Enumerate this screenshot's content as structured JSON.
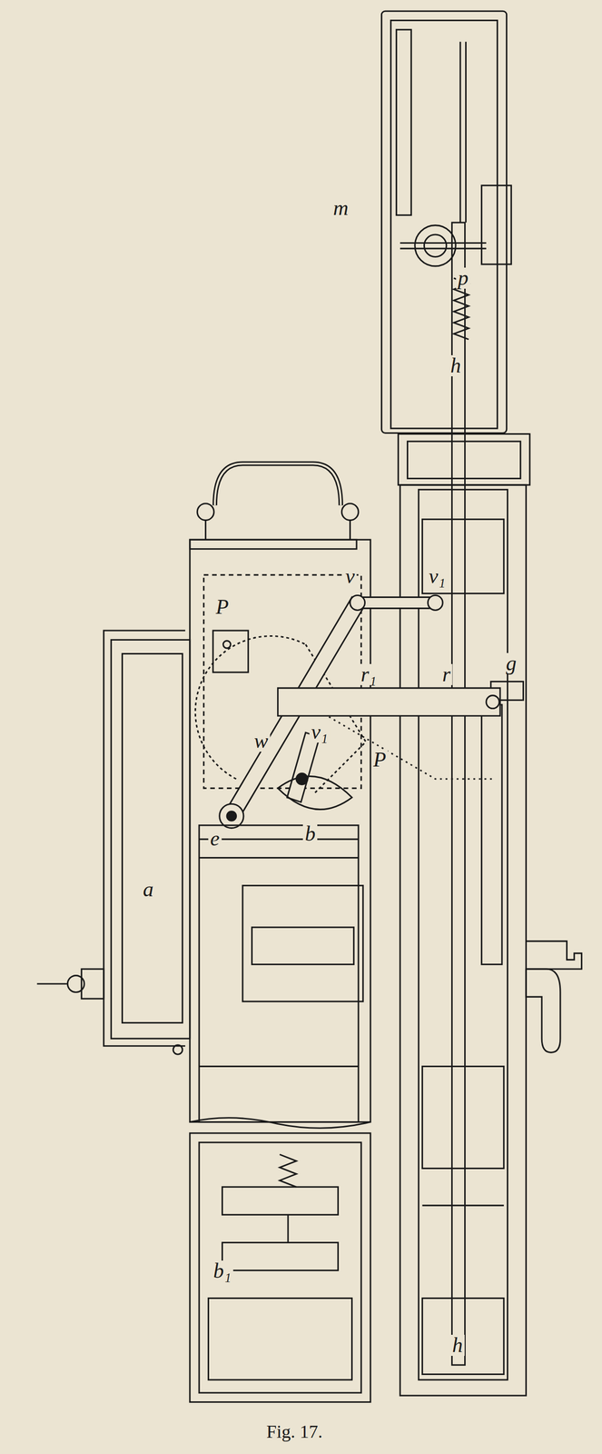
{
  "diagram": {
    "caption": "Fig. 17.",
    "labels": [
      "m",
      "p",
      "h",
      "v",
      "v₁",
      "P",
      "r₁",
      "r",
      "g",
      "v₁",
      "P",
      "w",
      "e",
      "b",
      "a",
      "h",
      "b₁"
    ]
  }
}
